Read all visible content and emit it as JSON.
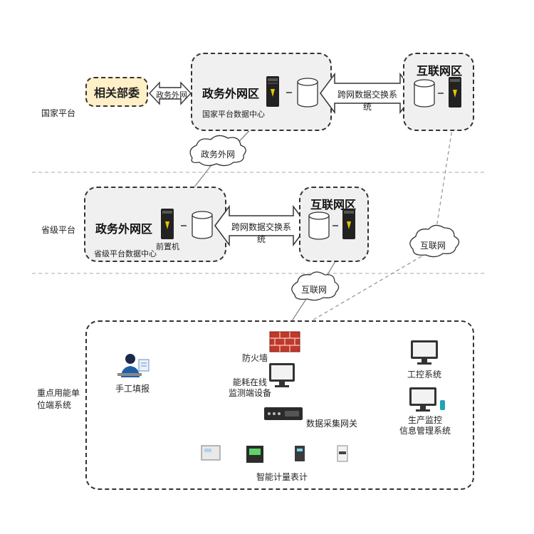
{
  "tiers": {
    "national": "国家平台",
    "provincial": "省级平台",
    "unit": "重点用能单位端系统"
  },
  "national": {
    "partner": "相关部委",
    "partner_link": "政务外网",
    "gov_zone_title": "政务外网区",
    "gov_zone_sub": "国家平台数据中心",
    "exchange": "跨网数据交换系统",
    "internet_zone_title": "互联网区"
  },
  "clouds": {
    "gov_net": "政务外网",
    "internet_right": "互联网",
    "internet_left": "互联网"
  },
  "provincial": {
    "gov_zone_title": "政务外网区",
    "gov_zone_sub": "省级平台数据中心",
    "front_machine": "前置机",
    "exchange": "跨网数据交换系统",
    "internet_zone_title": "互联网区"
  },
  "unit": {
    "firewall": "防火墙",
    "monitor_device": "能耗在线\n监测端设备",
    "manual_report": "手工填报",
    "gateway": "数据采集网关",
    "industrial_control": "工控系统",
    "production_monitor": "生产监控\n信息管理系统",
    "meters": "智能计量表计"
  }
}
